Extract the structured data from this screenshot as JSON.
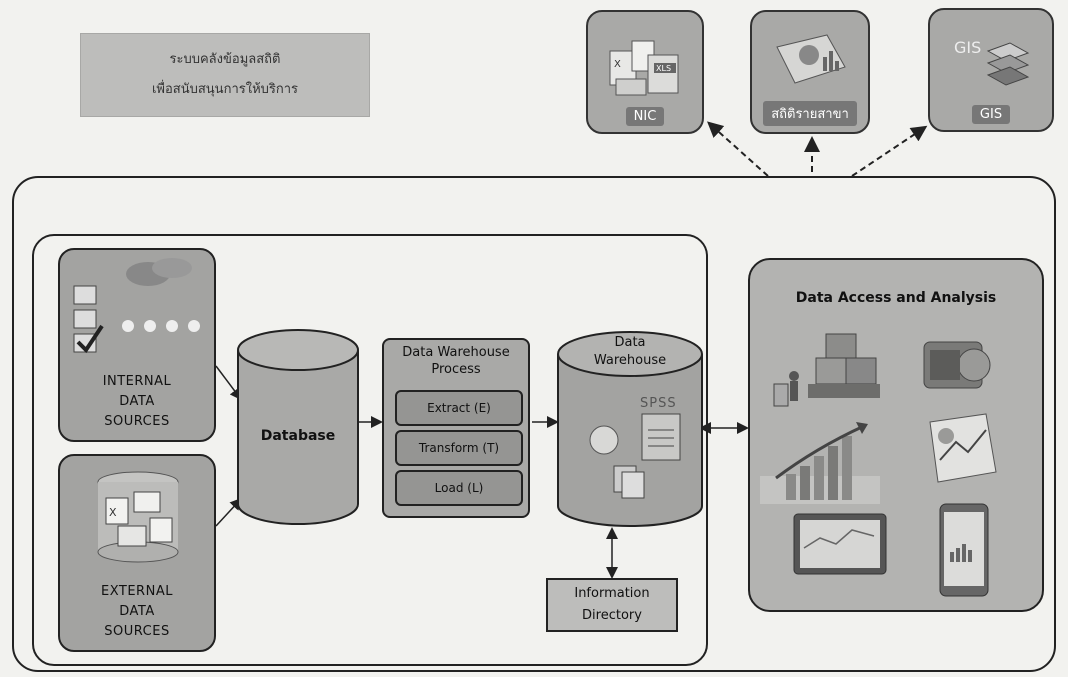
{
  "title_box": {
    "line1": "ระบบคลังข้อมูลสถิติ",
    "line2": "เพื่อสนับสนุนการให้บริการ"
  },
  "outputs": [
    {
      "label": "NIC",
      "icon": "spreadsheet-files-icon"
    },
    {
      "label": "สถิติรายสาขา",
      "icon": "statistics-report-icon"
    },
    {
      "label": "GIS",
      "icon": "gis-layers-icon"
    }
  ],
  "internal_sources": {
    "line1": "INTERNAL",
    "line2": "DATA",
    "line3": "SOURCES",
    "icon": "survey-checklist-icon"
  },
  "external_sources": {
    "line1": "EXTERNAL",
    "line2": "DATA",
    "line3": "SOURCES",
    "icon": "office-documents-icon"
  },
  "database": {
    "label": "Database"
  },
  "process": {
    "title_line1": "Data Warehouse",
    "title_line2": "Process",
    "steps": [
      "Extract (E)",
      "Transform (T)",
      "Load (L)"
    ]
  },
  "warehouse": {
    "line1": "Data",
    "line2": "Warehouse",
    "badge": "SPSS"
  },
  "info_directory": {
    "line1": "Information",
    "line2": "Directory"
  },
  "data_access": {
    "title": "Data Access and Analysis",
    "icons": [
      "warehouse-boxes-icon",
      "server-icon",
      "bar-chart-arrow-icon",
      "report-charts-icon",
      "tablet-icon",
      "smartphone-icon"
    ]
  },
  "colors": {
    "box_fill": "#a9a9a7",
    "frame": "#222222",
    "label_bg": "#777777"
  }
}
